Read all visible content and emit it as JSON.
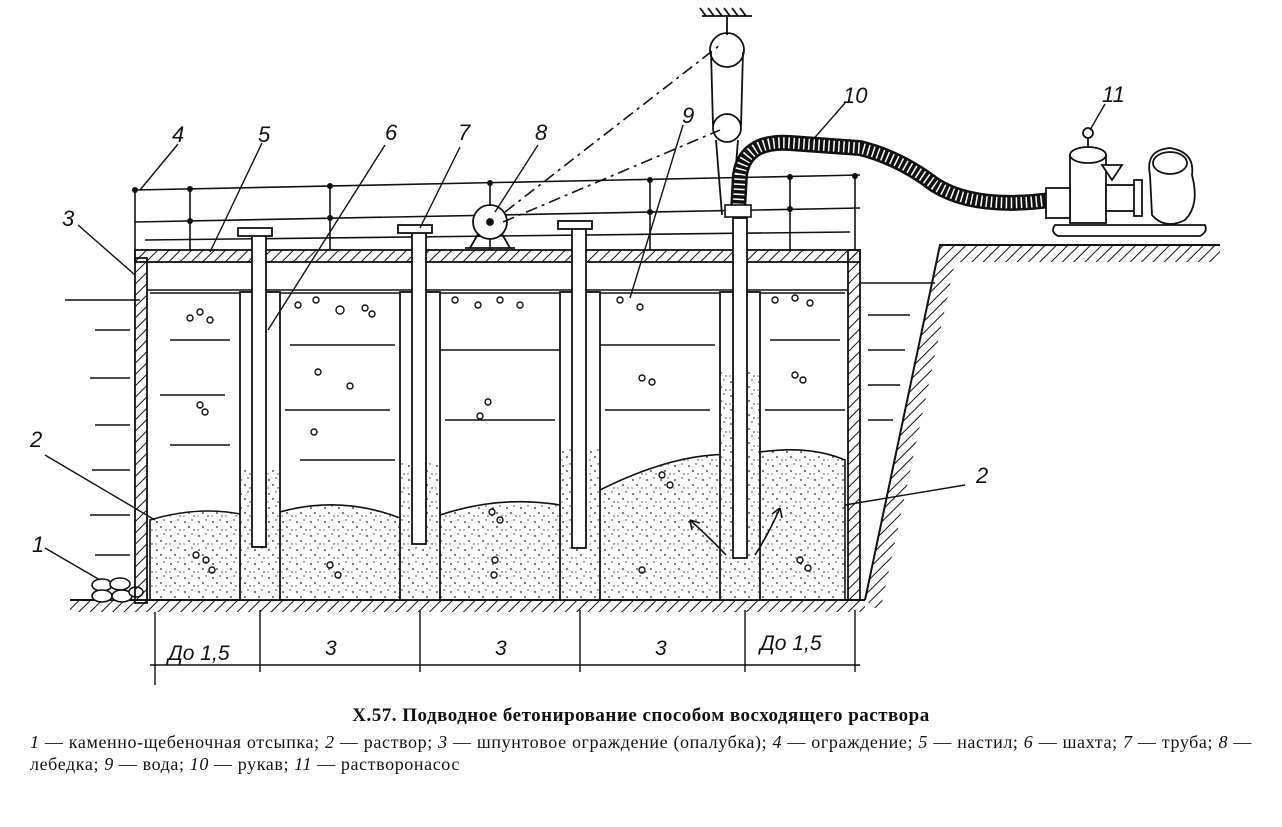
{
  "figure": {
    "title": "X.57. Подводное бетонирование способом восходящего раствора",
    "legend": [
      {
        "num": "1",
        "text": "— каменно-щебеночная отсыпка;"
      },
      {
        "num": "2",
        "text": "— раствор;"
      },
      {
        "num": "3",
        "text": "— шпунтовое ограждение (опалубка);"
      },
      {
        "num": "4",
        "text": "— ограждение;"
      },
      {
        "num": "5",
        "text": "— настил;"
      },
      {
        "num": "6",
        "text": "— шахта;"
      },
      {
        "num": "7",
        "text": "— труба;"
      },
      {
        "num": "8",
        "text": "— лебедка;"
      },
      {
        "num": "9",
        "text": "— вода;"
      },
      {
        "num": "10",
        "text": "— рукав;"
      },
      {
        "num": "11",
        "text": "— растворонасос"
      }
    ]
  },
  "labels": {
    "l1": "1",
    "l2_left": "2",
    "l2_right": "2",
    "l3": "3",
    "l4": "4",
    "l5": "5",
    "l6": "6",
    "l7": "7",
    "l8": "8",
    "l9": "9",
    "l10": "10",
    "l11": "11"
  },
  "dimensions": {
    "d1": "До 1,5",
    "d2": "3",
    "d3": "3",
    "d4": "3",
    "d5": "До 1,5"
  }
}
